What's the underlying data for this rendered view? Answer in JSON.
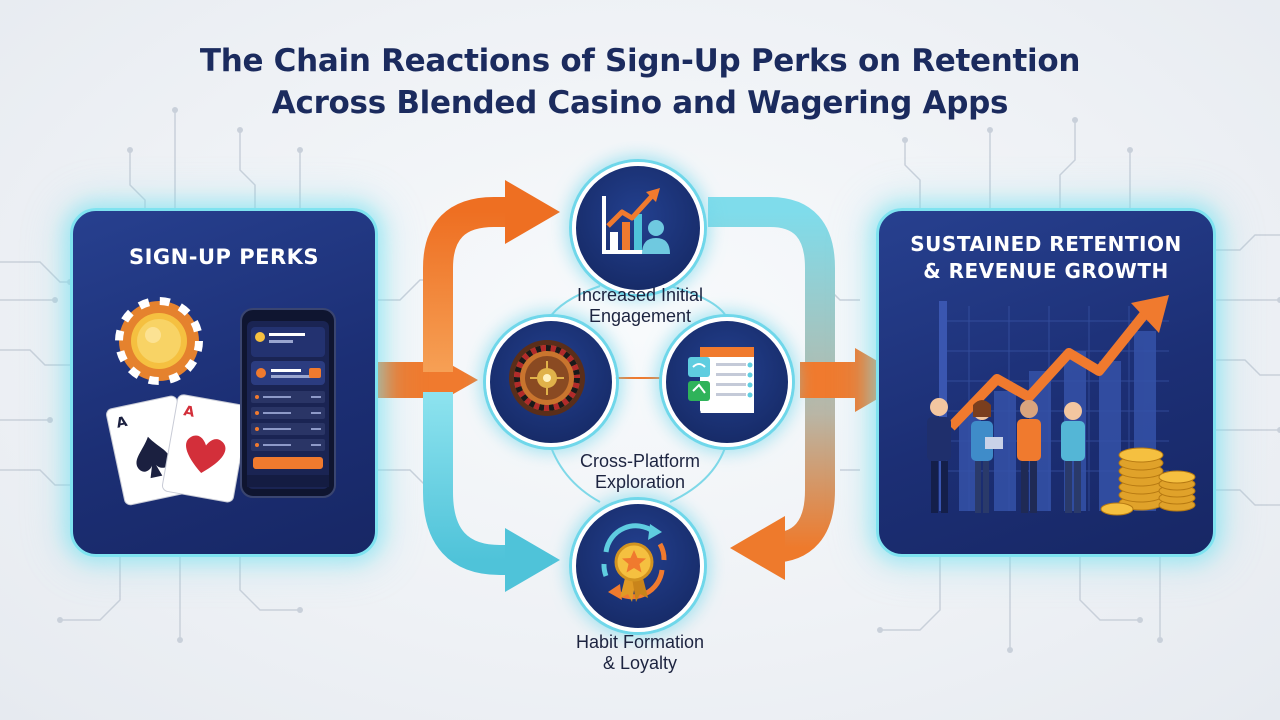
{
  "title": {
    "line1": "The Chain Reactions of Sign-Up Perks on Retention",
    "line2": "Across Blended Casino and Wagering Apps"
  },
  "left_panel": {
    "heading": "SIGN-UP PERKS",
    "icons": [
      "casino-chip-icon",
      "playing-cards-icon",
      "smartphone-app-icon"
    ]
  },
  "right_panel": {
    "heading_line1": "SUSTAINED RETENTION",
    "heading_line2": "& REVENUE GROWTH",
    "icons": [
      "growth-chart-icon",
      "business-team-icon",
      "coin-stack-icon"
    ]
  },
  "stages": {
    "engagement": {
      "line1": "Increased Initial",
      "line2": "Engagement",
      "icon": "bar-chart-user-icon"
    },
    "exploration": {
      "line1": "Cross-Platform",
      "line2": "Exploration",
      "icons": [
        "roulette-wheel-icon",
        "betting-slip-icon"
      ]
    },
    "loyalty": {
      "line1": "Habit Formation",
      "line2": "& Loyalty",
      "icon": "loyalty-badge-icon"
    }
  },
  "colors": {
    "title": "#1b2b5e",
    "panel": "#1f3580",
    "glow": "#7fe3f0",
    "orange_arrow": "#f07a2e",
    "teal_arrow": "#5fcde0",
    "gold": "#f2b632"
  }
}
